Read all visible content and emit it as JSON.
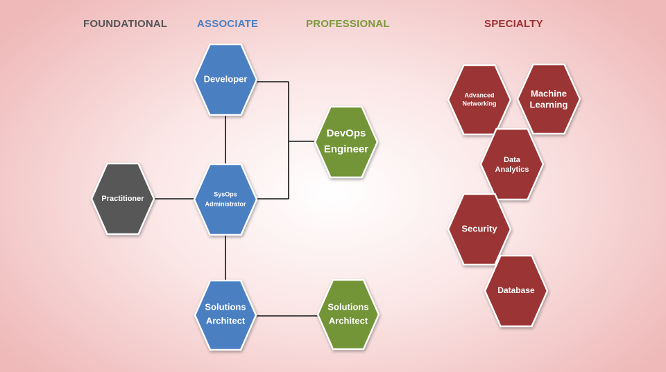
{
  "headings": {
    "foundational": "FOUNDATIONAL",
    "associate": "ASSOCIATE",
    "professional": "PROFESSIONAL",
    "specialty": "SPECIALTY"
  },
  "colors": {
    "foundational": "#575757",
    "associate": "#4a7fc2",
    "professional": "#739437",
    "specialty": "#9b3434"
  },
  "nodes": {
    "developer": {
      "line1": "Developer",
      "tier": "associate"
    },
    "sysops": {
      "line1": "SysOps",
      "line2": "Administrator",
      "tier": "associate"
    },
    "solutions_associate": {
      "line1": "Solutions",
      "line2": "Architect",
      "tier": "associate"
    },
    "practitioner": {
      "line1": "Practitioner",
      "tier": "foundational"
    },
    "devops": {
      "line1": "DevOps",
      "line2": "Engineer",
      "tier": "professional"
    },
    "solutions_professional": {
      "line1": "Solutions",
      "line2": "Architect",
      "tier": "professional"
    },
    "advanced_networking": {
      "line1": "Advanced",
      "line2": "Networking",
      "tier": "specialty"
    },
    "machine_learning": {
      "line1": "Machine",
      "line2": "Learning",
      "tier": "specialty"
    },
    "data_analytics": {
      "line1": "Data",
      "line2": "Analytics",
      "tier": "specialty"
    },
    "security": {
      "line1": "Security",
      "tier": "specialty"
    },
    "database": {
      "line1": "Database",
      "tier": "specialty"
    }
  }
}
